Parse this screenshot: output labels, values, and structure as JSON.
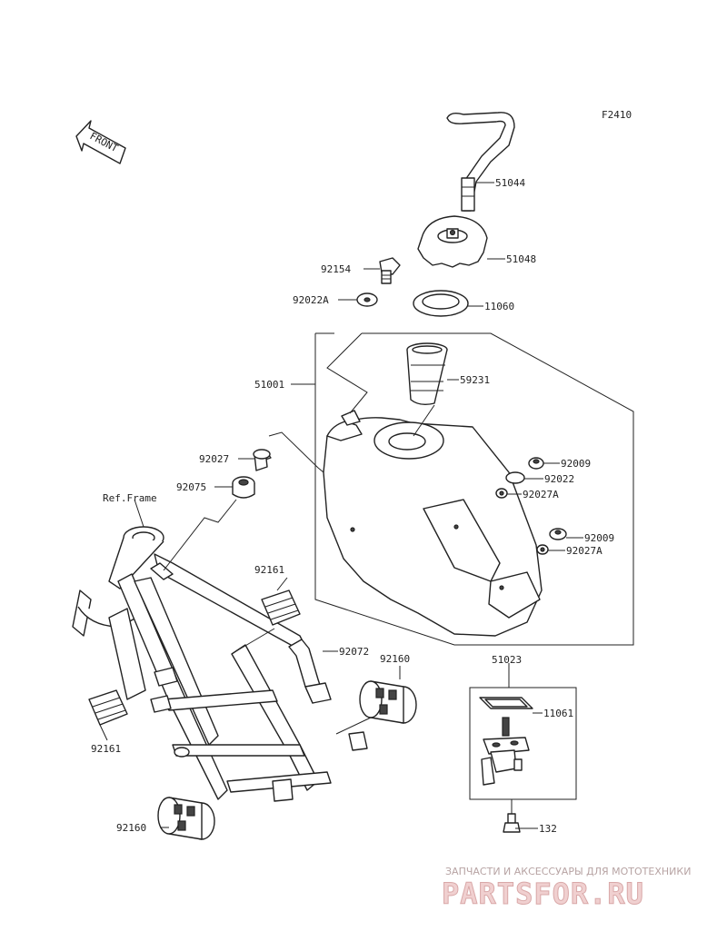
{
  "figure_code": "F2410",
  "front_label": "FRONT",
  "ref_frame": "Ref.Frame",
  "parts": {
    "p51044": "51044",
    "p51048": "51048",
    "p92154": "92154",
    "p92022A": "92022A",
    "p11060": "11060",
    "p51001": "51001",
    "p59231": "59231",
    "p92027": "92027",
    "p92075": "92075",
    "p92009a": "92009",
    "p92022": "92022",
    "p92027Aa": "92027A",
    "p92009b": "92009",
    "p92027Ab": "92027A",
    "p92161a": "92161",
    "p92072": "92072",
    "p92160a": "92160",
    "p51023": "51023",
    "p11061": "11061",
    "p92161b": "92161",
    "p132": "132",
    "p92160b": "92160"
  },
  "watermark": {
    "top": "ЗАПЧАСТИ И АКСЕССУАРЫ ДЛЯ МОТОТЕХНИКИ",
    "brand": "PARTSFOR.RU"
  }
}
